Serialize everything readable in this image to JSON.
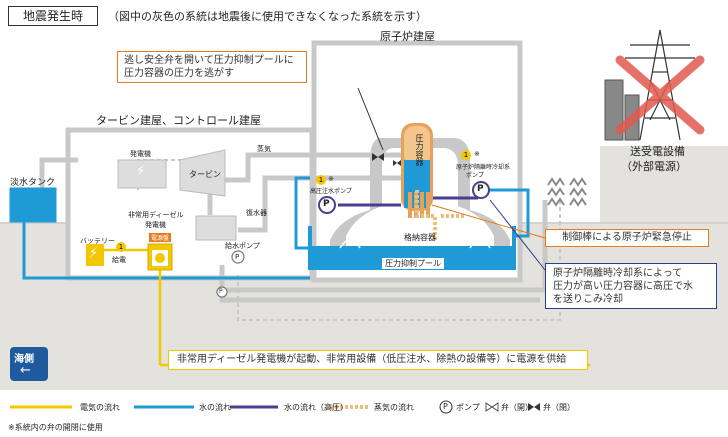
{
  "header": {
    "title": "地震発生時",
    "subtitle": "（図中の灰色の系統は地震後に使用できなくなった系統を示す）"
  },
  "buildings": {
    "reactor": "原子炉建屋",
    "turbine": "タービン建屋、コントロール建屋",
    "substation": "送受電設備",
    "substation_sub": "（外部電源）"
  },
  "callouts": {
    "safety_valve_line1": "逃し安全弁を開いて圧力抑制プールに",
    "safety_valve_line2": "圧力容器の圧力を逃がす",
    "control_rod": "制御棒による原子炉緊急停止",
    "rcic_line1": "原子炉隔離時冷却系によって",
    "rcic_line2": "圧力が高い圧力容器に高圧で水",
    "rcic_line3": "を送りこみ冷却",
    "diesel": "非常用ディーゼル発電機が起動、非常用設備（低圧注水、除熱の設備等）に電源を供給"
  },
  "labels": {
    "fresh_water_tank": "淡水タンク",
    "generator": "発電機",
    "turbine": "タービン",
    "steam": "蒸気",
    "condenser": "復水器",
    "emergency_diesel_line1": "非常用ディーゼル",
    "emergency_diesel_line2": "発電機",
    "diesel_badge": "電源盤",
    "battery": "バッテリー",
    "power_supply": "給電",
    "feedwater_pump": "給水ポンプ",
    "low_pressure_pump": "高圧注水ポンプ",
    "rcic_pump_line1": "原子炉隔離時冷却系",
    "rcic_pump_line2": "ポンプ",
    "pressure_vessel": "圧力容器",
    "containment": "格納容器",
    "suppression_pool": "圧力抑制プール",
    "sea_side": "海側",
    "marker_1": "1",
    "note_mark": "※",
    "pump_letter": "P",
    "bolt": "⚡",
    "arrow_left": "←"
  },
  "legend": {
    "electric": "電気の流れ",
    "water": "水の流れ",
    "water_high": "水の流れ（高圧）",
    "steam": "蒸気の流れ",
    "pump": "ポンプ",
    "valve_open": "弁（開）",
    "valve_closed": "弁（閉）",
    "footnote": "※系統内の弁の開閉に使用"
  },
  "colors": {
    "electric": "#f3c800",
    "water": "#1f9ad6",
    "water_high": "#4b3d8f",
    "steam": "#e8c07a",
    "disabled": "#c8c8c8",
    "orange": "#e8791e",
    "navy": "#2e3a8c",
    "ground": "#e4e2dc"
  }
}
